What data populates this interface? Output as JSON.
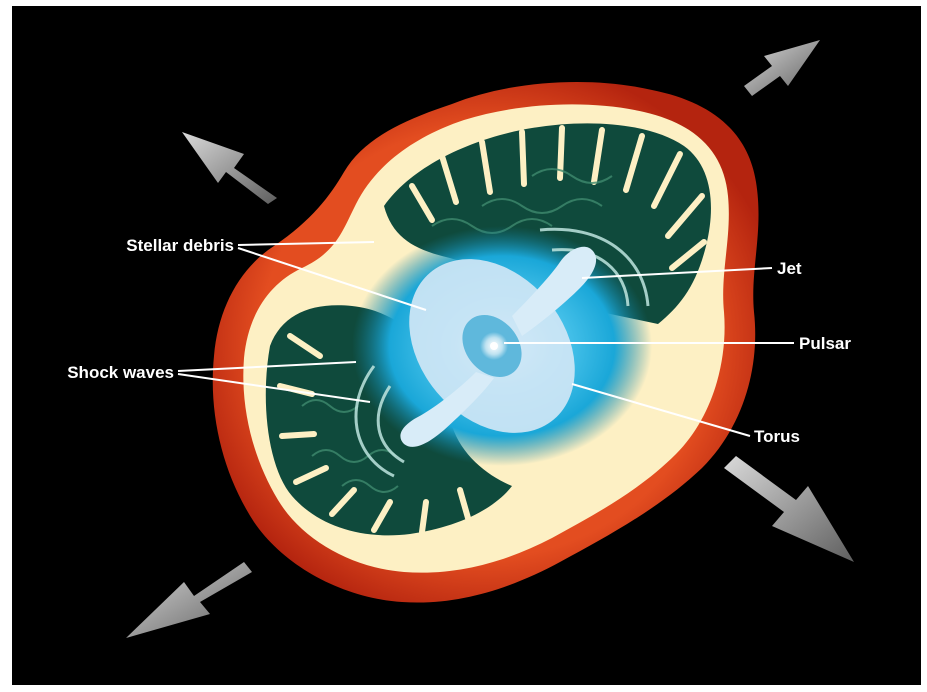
{
  "labels": {
    "stellar_debris": "Stellar debris",
    "shock_waves": "Shock waves",
    "jet": "Jet",
    "pulsar": "Pulsar",
    "torus": "Torus"
  },
  "colors": {
    "background": "#000000",
    "outer_shell": "#d63a1c",
    "inner_rim": "#fdf0c4",
    "debris_filaments": "#0f4a3c",
    "core_glow": "#1aa7d8",
    "jet_torus": "#cfe6f5",
    "arrows": "#9a9a9a"
  },
  "icons": {
    "expansion_arrows": "expansion-arrow-icon"
  }
}
